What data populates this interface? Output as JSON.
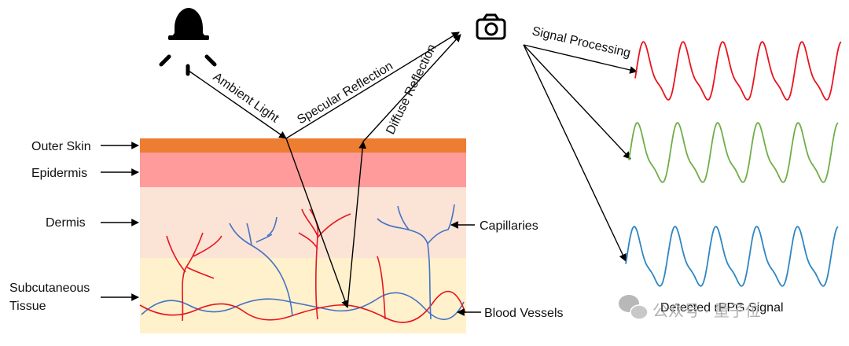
{
  "labels": {
    "outer_skin": "Outer Skin",
    "epidermis": "Epidermis",
    "dermis": "Dermis",
    "subcutaneous_line1": "Subcutaneous",
    "subcutaneous_line2": "Tissue",
    "capillaries": "Capillaries",
    "blood_vessels": "Blood Vessels",
    "ambient_light": "Ambient Light",
    "specular_reflection": "Specular Reflection",
    "diffuse_reflection": "Diffuse Reflection",
    "signal_processing": "Signal Processing",
    "detected_signal": "Detected rPPG Signal"
  },
  "watermark": "公众号 · 量子位",
  "icons": [
    "bell-lamp-icon",
    "camera-icon",
    "wechat-icon"
  ],
  "colors": {
    "outer_skin": "#ed7d31",
    "epidermis": "#ff9b9b",
    "dermis": "#fbe3d6",
    "subcutaneous": "#fff1cc",
    "vessel_red": "#e8141e",
    "vessel_blue": "#4472c4",
    "signal_red": "#e8141e",
    "signal_green": "#70ad47",
    "signal_blue": "#2e86c1"
  }
}
